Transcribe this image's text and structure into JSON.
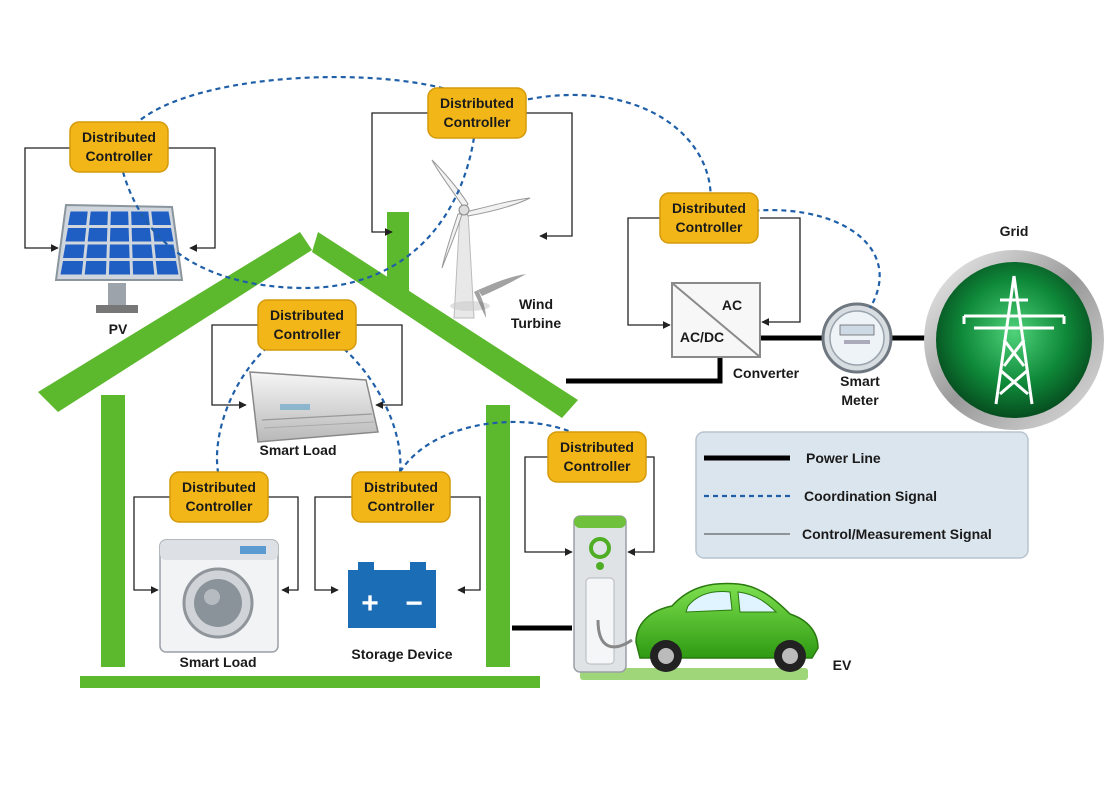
{
  "controller_label": [
    "Distributed",
    "Controller"
  ],
  "labels": {
    "pv": "PV",
    "wind": [
      "Wind",
      "Turbine"
    ],
    "converter": "Converter",
    "conv_ac": "AC",
    "conv_acdc": "AC/DC",
    "smart_meter": [
      "Smart",
      "Meter"
    ],
    "grid": "Grid",
    "smart_load_upper": "Smart Load",
    "smart_load_lower": "Smart Load",
    "storage": "Storage Device",
    "ev": "EV",
    "battery_plus": "+",
    "battery_minus": "−"
  },
  "legend": {
    "power_line": "Power Line",
    "coordination": "Coordination Signal",
    "control": "Control/Measurement Signal"
  },
  "colors": {
    "house_green": "#5cb82c",
    "controller_fill": "#f2b619",
    "coordination_blue": "#1f5fa8",
    "grid_green": "#0f8a3a",
    "ev_green": "#4cc02a"
  }
}
